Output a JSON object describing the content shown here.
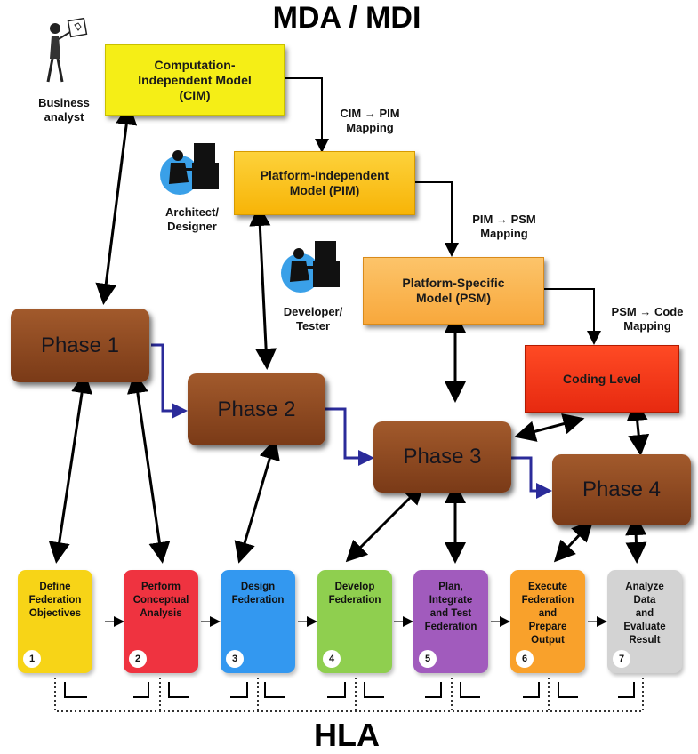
{
  "title": "MDA / MDI",
  "bottom_title": "HLA",
  "roles": {
    "business_analyst": "Business\nanalyst",
    "architect": "Architect/\nDesigner",
    "developer": "Developer/\nTester"
  },
  "models": {
    "cim": "Computation-\nIndependent Model\n(CIM)",
    "pim": "Platform-Independent\nModel (PIM)",
    "psm": "Platform-Specific\nModel (PSM)",
    "coding": "Coding Level"
  },
  "mappings": {
    "cim_pim": "CIM → PIM\nMapping",
    "pim_psm": "PIM → PSM\nMapping",
    "psm_code": "PSM → Code\nMapping"
  },
  "phases": [
    "Phase 1",
    "Phase 2",
    "Phase 3",
    "Phase 4"
  ],
  "hla_steps": [
    {
      "label": "Define\nFederation\nObjectives",
      "num": "1",
      "color": "#f7d417"
    },
    {
      "label": "Perform\nConceptual\nAnalysis",
      "num": "2",
      "color": "#ef3340"
    },
    {
      "label": "Design\nFederation",
      "num": "3",
      "color": "#3398f0"
    },
    {
      "label": "Develop\nFederation",
      "num": "4",
      "color": "#8fcf4f"
    },
    {
      "label": "Plan,\nIntegrate\nand Test\nFederation",
      "num": "5",
      "color": "#a15bbd"
    },
    {
      "label": "Execute\nFederation\nand\nPrepare\nOutput",
      "num": "6",
      "color": "#f9a12b"
    },
    {
      "label": "Analyze\nData\nand\nEvaluate\nResult",
      "num": "7",
      "color": "#d3d3d3"
    }
  ],
  "colors": {
    "cim": "#f5ee16",
    "pim": "#fcc015",
    "psm": "#fbb34e",
    "coding": "#f5321a",
    "phase": "#8b4520",
    "phase_link": "#2b2b9a"
  }
}
